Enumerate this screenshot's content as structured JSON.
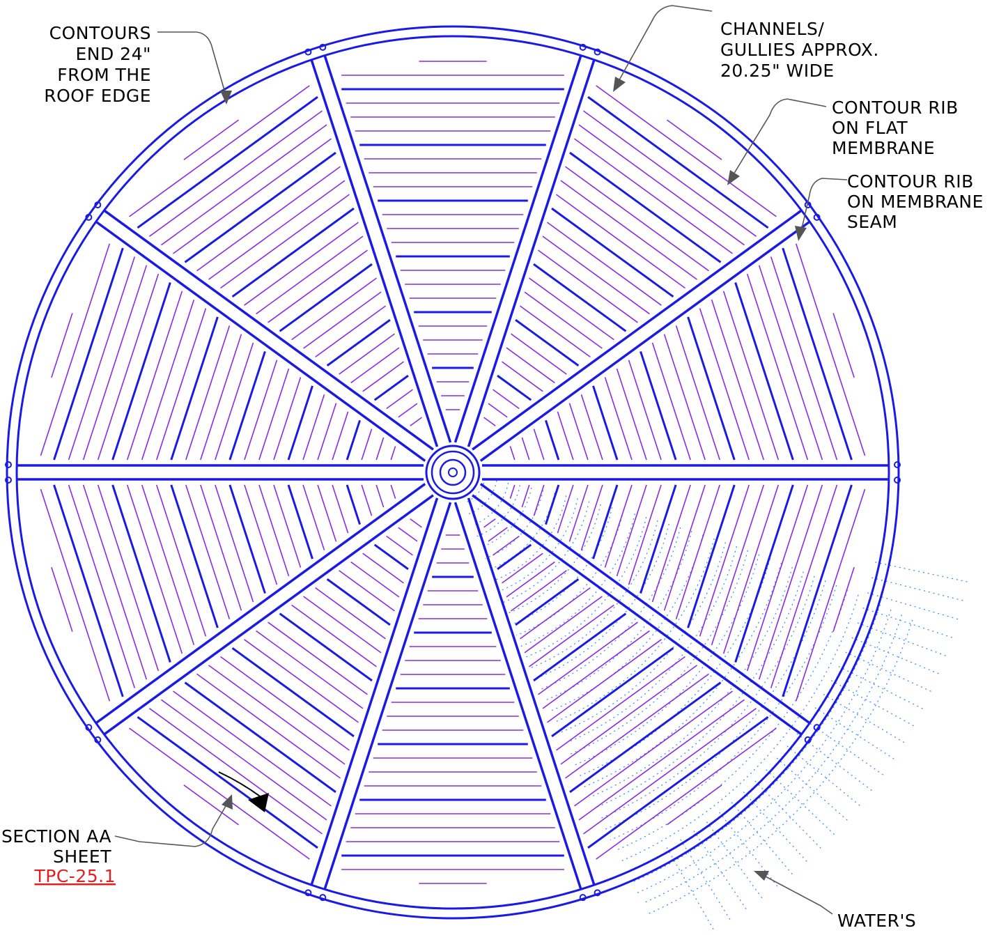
{
  "labels": {
    "contours": [
      "CONTOURS",
      "END 24\"",
      "FROM THE",
      "ROOF EDGE"
    ],
    "channels": [
      "CHANNELS/",
      "GULLIES APPROX.",
      "20.25\" WIDE"
    ],
    "rib_flat": [
      "CONTOUR RIB",
      "ON FLAT",
      "MEMBRANE"
    ],
    "rib_seam": [
      "CONTOUR RIB",
      "ON MEMBRANE",
      "SEAM"
    ],
    "section": [
      "SECTION AA",
      "SHEET"
    ],
    "section_ref": "TPC-25.1",
    "water": "WATER'S"
  },
  "colors": {
    "structure": "#1a1ae6",
    "contour": "#8a2be2",
    "water": "#3a8fff",
    "leader": "#555555",
    "reference": "#e02020",
    "text": "#000000"
  },
  "diagram": {
    "gully_count": 10,
    "sector_count": 10
  }
}
